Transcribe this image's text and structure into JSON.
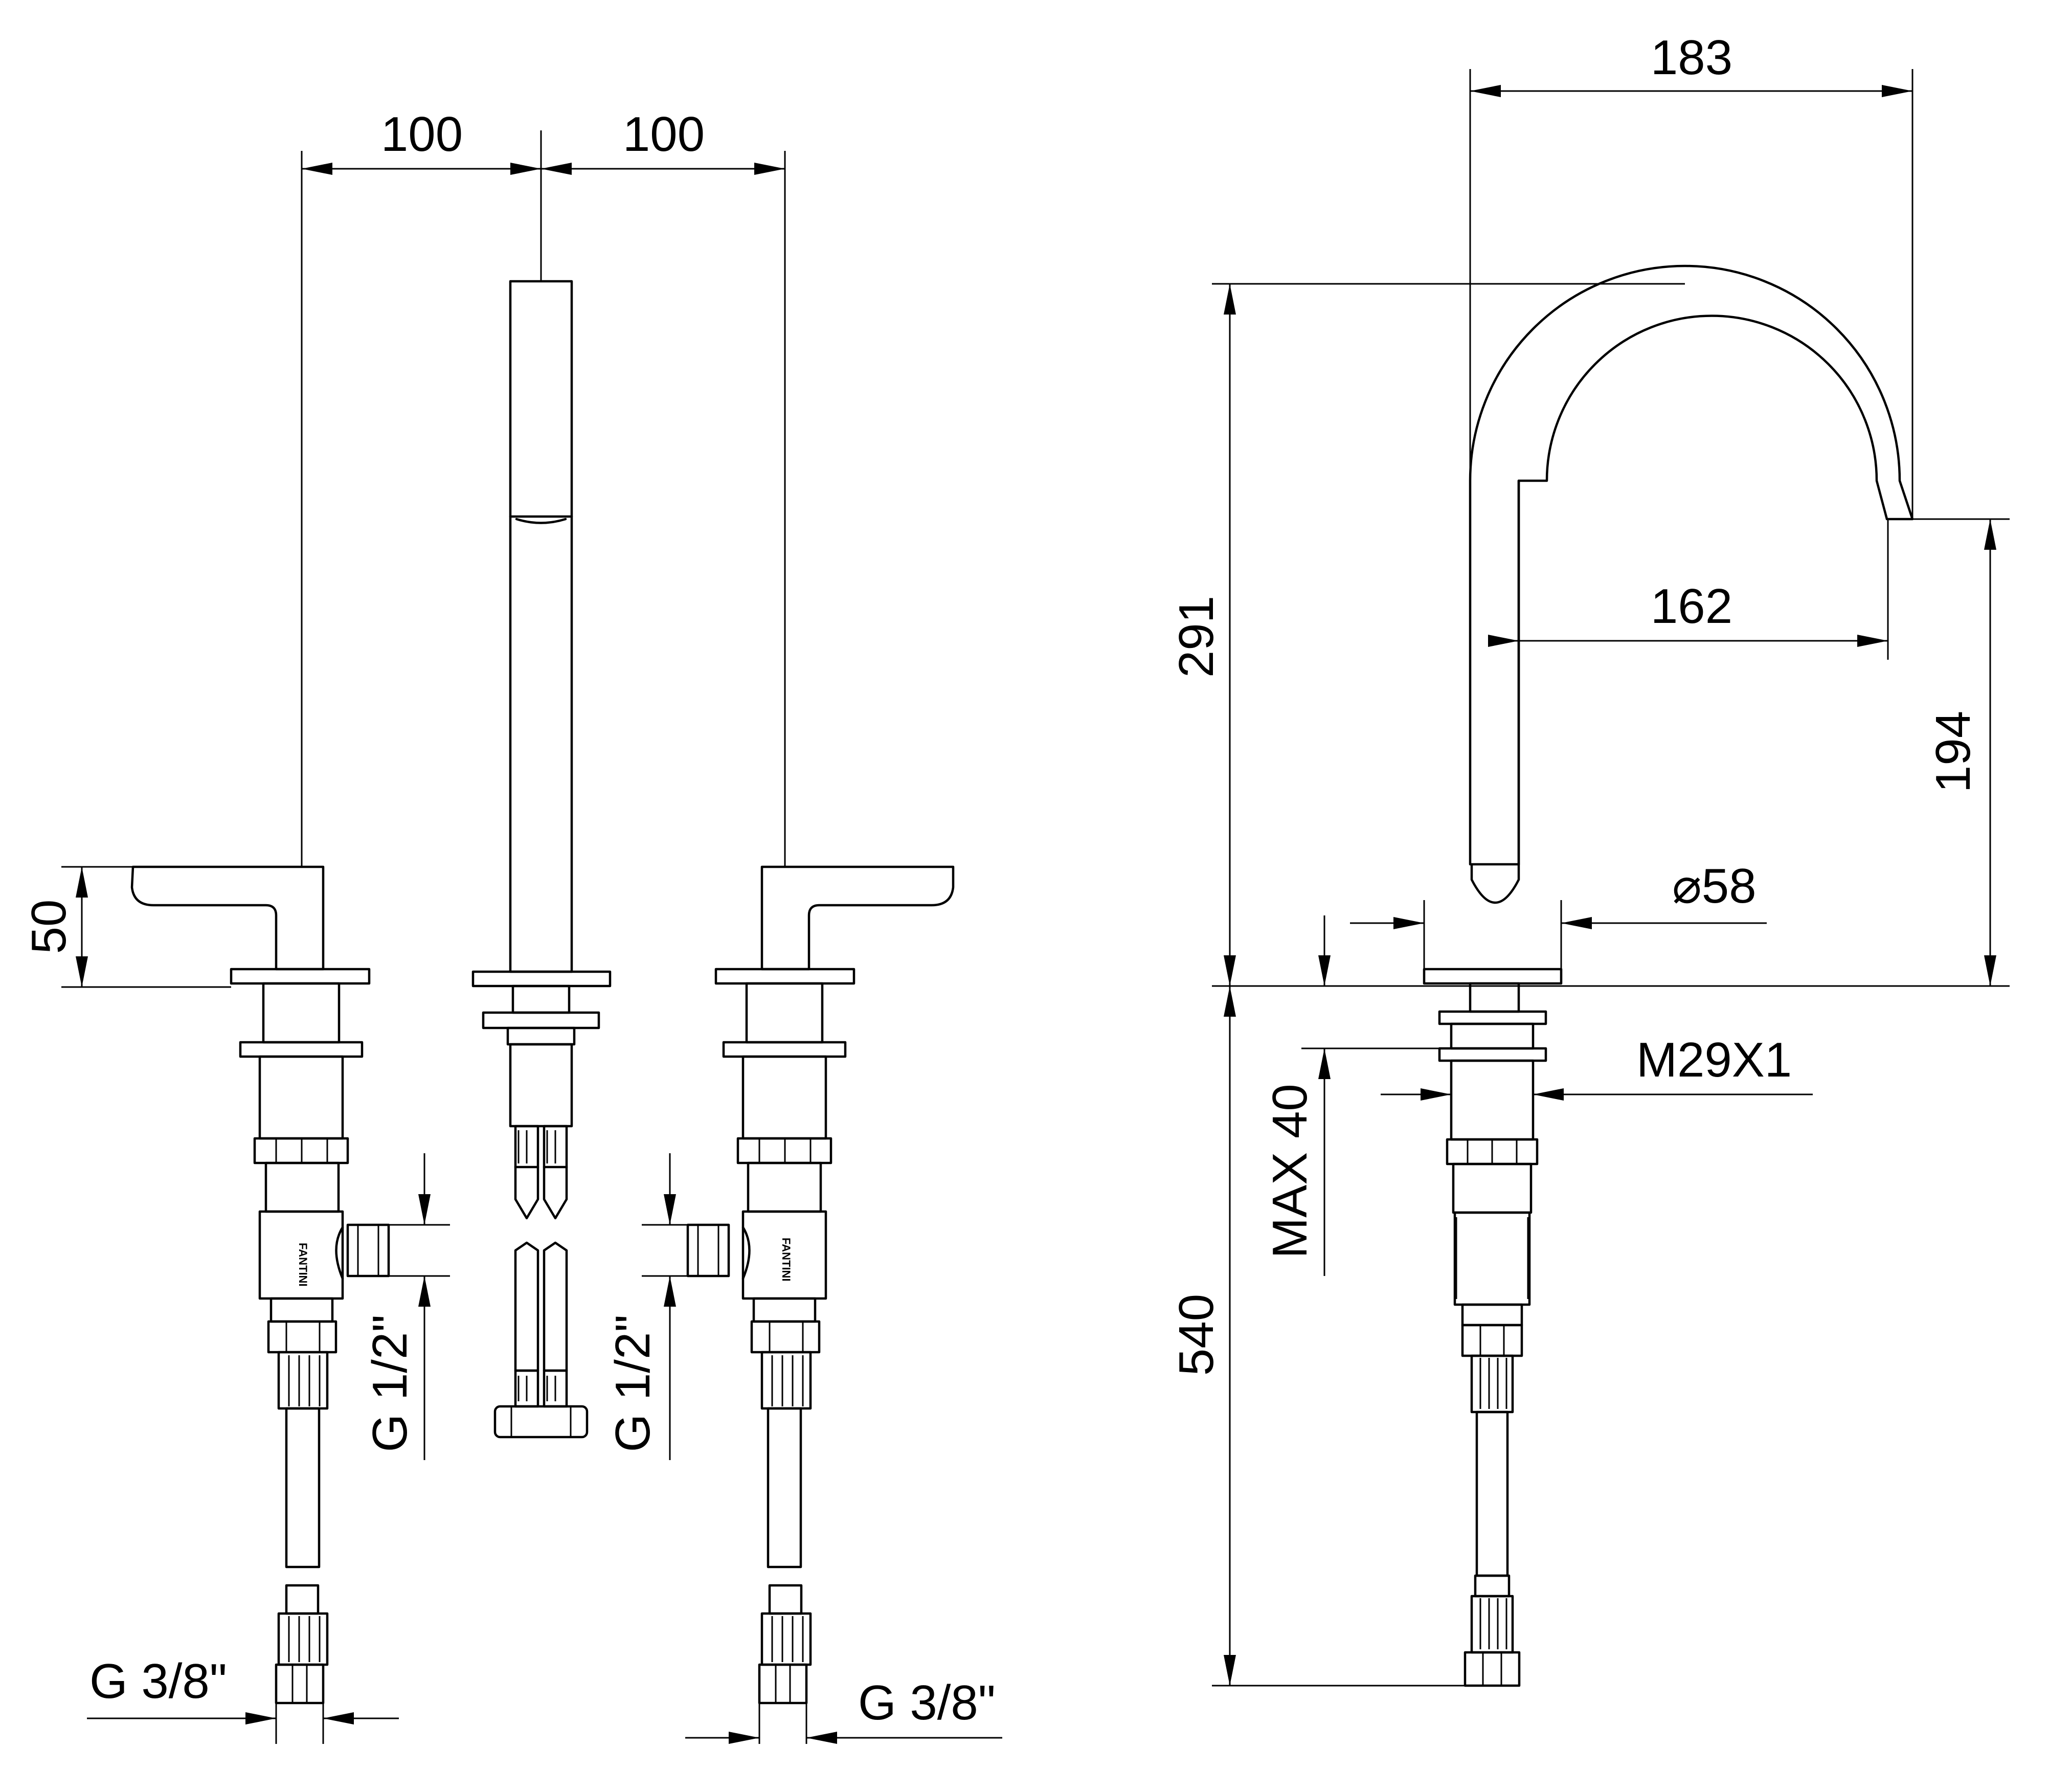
{
  "dimensions": {
    "spacing_left": "100",
    "spacing_right": "100",
    "handle_height": "50",
    "inlet_left": "G 1/2\"",
    "inlet_right": "G 1/2\"",
    "hose_left": "G 3/8\"",
    "hose_right": "G 3/8\"",
    "spout_reach": "183",
    "spout_inner_reach": "162",
    "spout_height": "291",
    "outlet_height": "194",
    "base_diameter": "⌀58",
    "thread": "M29X1",
    "max_deck": "MAX 40",
    "hose_length": "540"
  },
  "valve_logo": "FANTINI",
  "colors": {
    "line": "#000000",
    "background": "#ffffff"
  }
}
